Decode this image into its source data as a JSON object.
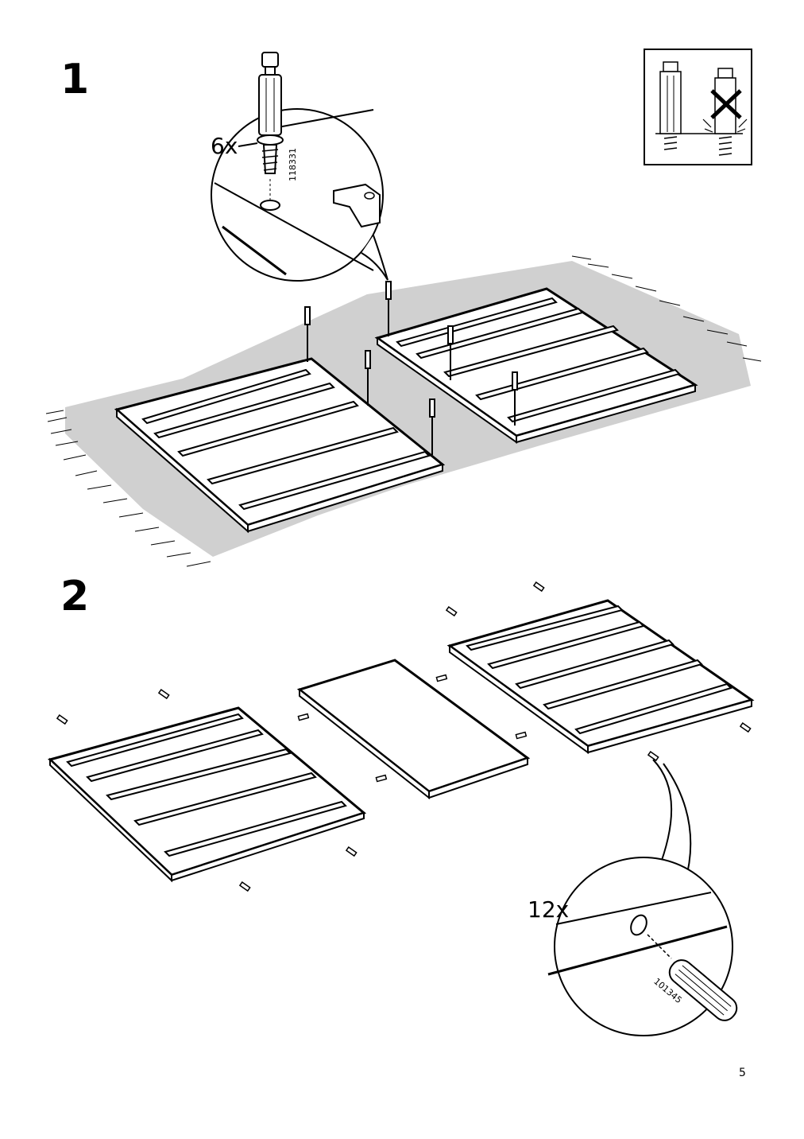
{
  "steps": [
    {
      "number": "1",
      "quantity": "6x",
      "part_number": "118331"
    },
    {
      "number": "2",
      "quantity": "12x",
      "part_number": "101345"
    }
  ],
  "page_number": "5",
  "colors": {
    "ink": "#000000",
    "floor": "#cfcfcf",
    "paper": "#ffffff"
  },
  "icons": [
    "step1-part-closeup",
    "correct-incorrect-hint-box",
    "dowel-closeup"
  ]
}
